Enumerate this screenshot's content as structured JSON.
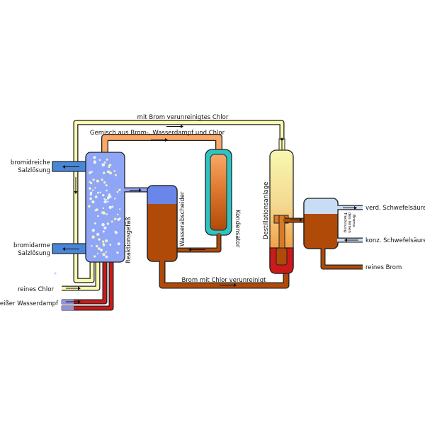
{
  "labels": {
    "top_pipe": "mit Brom verunreinigtes Chlor",
    "mixture_pipe": "Gemisch aus Brom-, Wasserdampf und Chlor",
    "bromine_rich_line1": "bromidreiche",
    "bromine_rich_line2": "Salzlösung",
    "bromine_poor_line1": "bromidarme",
    "bromine_poor_line2": "Salzlösung",
    "pure_chlorine": "reines Chlor",
    "hot_steam": "heißer Wasserdampf",
    "reaction_vessel": "Reaktionsgefäß",
    "water_separator": "Wasserabscheider",
    "condenser": "Kondensator",
    "distillation": "Destillationsanlage",
    "bottom_pipe": "Brom mit Chlor verunreinigt",
    "dilute_acid": "verd. Schwefelsäure",
    "conc_acid": "konz. Schwefelsäure",
    "pure_bromine": "reines Brom",
    "drying_line1": "Trocknung",
    "drying_line2": "des reinen",
    "drying_line3": "Broms"
  },
  "colors": {
    "bromine": "#b04a08",
    "chlorine": "#fafab0",
    "brine": "#4a86d8",
    "vessel_liquid": "#8fa6f6",
    "steam": "#cc1a1a",
    "condenser_jacket": "#2ec4c4",
    "acid": "#c8dcf4",
    "gradient_top": "#f8a860"
  }
}
